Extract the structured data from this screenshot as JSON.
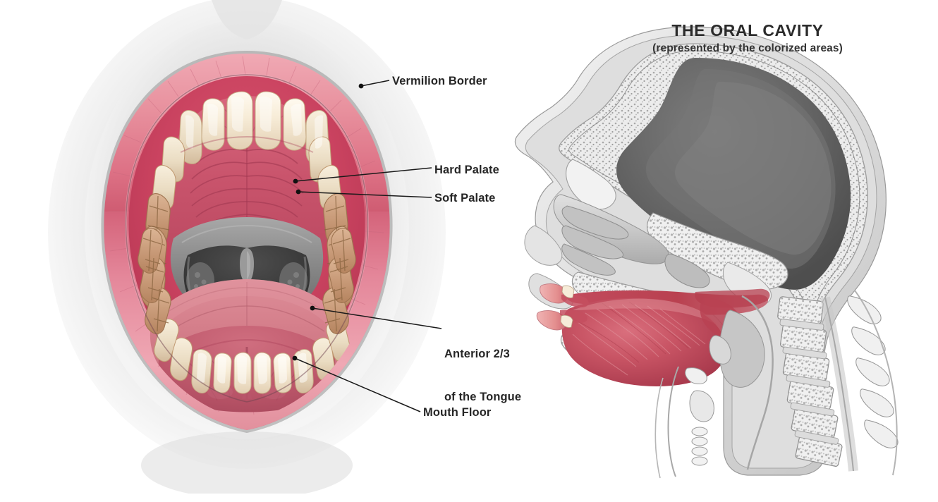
{
  "figure": {
    "domain_subject": "oral-cavity-anatomy",
    "background_color": "#ffffff"
  },
  "title": {
    "main": "THE ORAL CAVITY",
    "subtitle": "(represented by the colorized areas)",
    "color": "#2b2b2b"
  },
  "labels": [
    {
      "id": "vermilion",
      "text": "Vermilion Border",
      "lines": [
        "Vermilion Border"
      ]
    },
    {
      "id": "hard",
      "text": "Hard Palate",
      "lines": [
        "Hard Palate"
      ]
    },
    {
      "id": "soft",
      "text": "Soft Palate",
      "lines": [
        "Soft Palate"
      ]
    },
    {
      "id": "anterior",
      "text": "Anterior 2/3 of the Tongue",
      "lines": [
        "Anterior 2/3",
        "of the Tongue"
      ]
    },
    {
      "id": "mouthfloor",
      "text": "Mouth Floor",
      "lines": [
        "Mouth Floor"
      ]
    }
  ],
  "label_text": {
    "vermilion": "Vermilion Border",
    "hard_palate": "Hard Palate",
    "soft_palate": "Soft Palate",
    "anterior_line1": "Anterior 2/3",
    "anterior_line2": "of the Tongue",
    "mouth_floor": "Mouth Floor"
  },
  "colors": {
    "lip_pink": "#e58c9c",
    "lip_pink_deep": "#d4566f",
    "gingiva": "#d2486a",
    "mucosa_red": "#c8405f",
    "tooth_cream": "#f6ecd9",
    "tooth_tan": "#d4a887",
    "molar_brown": "#c0906e",
    "tongue_rose": "#d9808c",
    "soft_palate_grey": "#8f8f8f",
    "pharynx_dark": "#3b3b3b",
    "skin_halo": "#e9e9e9",
    "bone_light": "#e8e8e8",
    "bone_mid": "#b9b9b9",
    "brain_grey": "#6f6f6f",
    "cavity_red": "#c0394f",
    "tongue_muscle_red": "#c6505f",
    "leader_line": "#1a1a1a"
  },
  "panels": {
    "left": {
      "name": "anterior-oral-cavity-view",
      "description": "open mouth viewed from the front"
    },
    "right": {
      "name": "sagittal-head-section",
      "description": "midsagittal section of head and neck, oral cavity colorized"
    }
  }
}
